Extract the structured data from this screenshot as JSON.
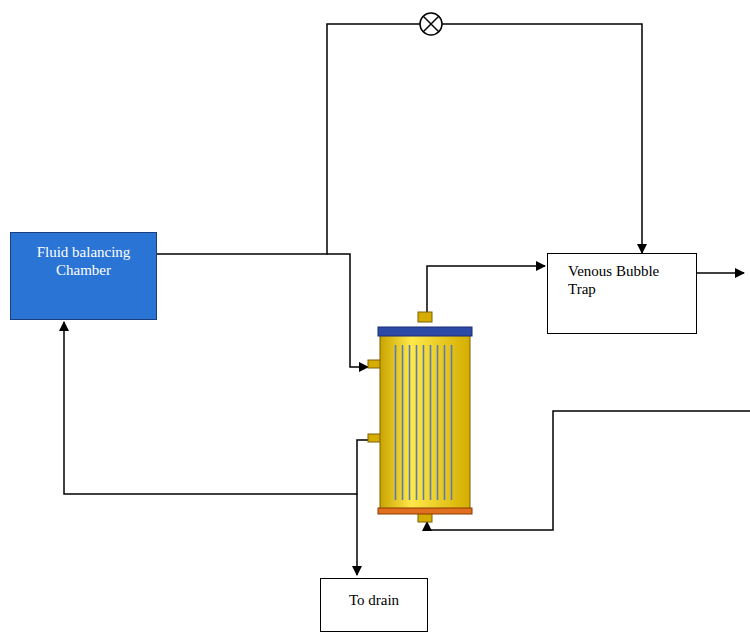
{
  "diagram": {
    "nodes": [
      {
        "text": [
          "Fluid balancing Chamber"
        ]
      },
      {
        "text": [
          "Venous Bubble Trap"
        ]
      },
      {
        "text": [
          "To drain"
        ]
      }
    ],
    "edges": [
      {
        "from": 0,
        "to": 1,
        "arrow": "to"
      }
    ]
  }
}
